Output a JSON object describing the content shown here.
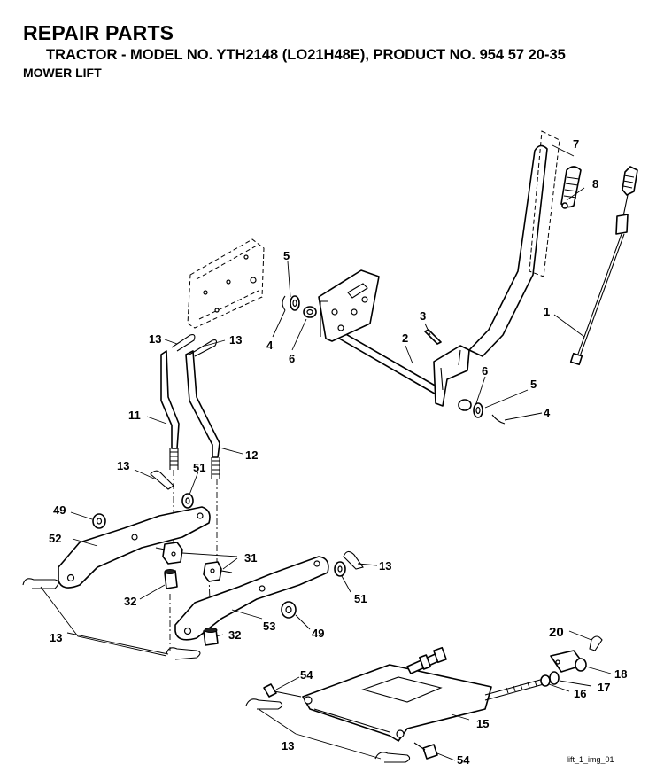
{
  "header": {
    "title": "REPAIR PARTS",
    "subtitle": "TRACTOR - MODEL NO. YTH2148 (LO21H48E), PRODUCT NO. 954 57 20-35",
    "section": "MOWER LIFT"
  },
  "diagram": {
    "callouts": [
      {
        "id": "c1",
        "text": "1"
      },
      {
        "id": "c2",
        "text": "2"
      },
      {
        "id": "c3",
        "text": "3"
      },
      {
        "id": "c4a",
        "text": "4"
      },
      {
        "id": "c4b",
        "text": "4"
      },
      {
        "id": "c5a",
        "text": "5"
      },
      {
        "id": "c5b",
        "text": "5"
      },
      {
        "id": "c6a",
        "text": "6"
      },
      {
        "id": "c6b",
        "text": "6"
      },
      {
        "id": "c7",
        "text": "7"
      },
      {
        "id": "c8",
        "text": "8"
      },
      {
        "id": "c11",
        "text": "11"
      },
      {
        "id": "c12",
        "text": "12"
      },
      {
        "id": "c13a",
        "text": "13"
      },
      {
        "id": "c13b",
        "text": "13"
      },
      {
        "id": "c13c",
        "text": "13"
      },
      {
        "id": "c13d",
        "text": "13"
      },
      {
        "id": "c13e",
        "text": "13"
      },
      {
        "id": "c13f",
        "text": "13"
      },
      {
        "id": "c15",
        "text": "15"
      },
      {
        "id": "c16",
        "text": "16"
      },
      {
        "id": "c17",
        "text": "17"
      },
      {
        "id": "c18",
        "text": "18"
      },
      {
        "id": "c20",
        "text": "20"
      },
      {
        "id": "c31",
        "text": "31"
      },
      {
        "id": "c32a",
        "text": "32"
      },
      {
        "id": "c32b",
        "text": "32"
      },
      {
        "id": "c49a",
        "text": "49"
      },
      {
        "id": "c49b",
        "text": "49"
      },
      {
        "id": "c51a",
        "text": "51"
      },
      {
        "id": "c51b",
        "text": "51"
      },
      {
        "id": "c52",
        "text": "52"
      },
      {
        "id": "c53",
        "text": "53"
      },
      {
        "id": "c54a",
        "text": "54"
      },
      {
        "id": "c54b",
        "text": "54"
      }
    ],
    "footer": "lift_1_img_01"
  }
}
